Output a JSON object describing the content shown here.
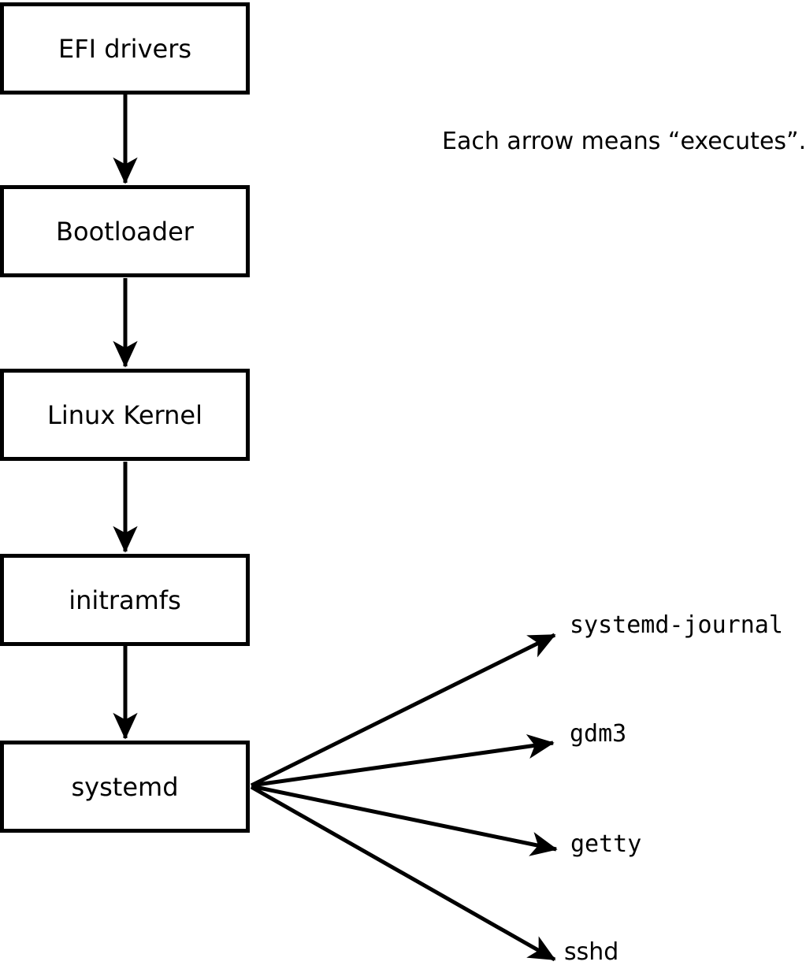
{
  "diagram": {
    "annotation": "Each arrow means “executes”.",
    "boot_chain": {
      "boxes": [
        {
          "label": "EFI drivers"
        },
        {
          "label": "Bootloader"
        },
        {
          "label": "Linux Kernel"
        },
        {
          "label": "initramfs"
        },
        {
          "label": "systemd"
        }
      ]
    },
    "spawned_processes": [
      {
        "label": "systemd-journal"
      },
      {
        "label": "gdm3"
      },
      {
        "label": "getty"
      },
      {
        "label": "sshd"
      }
    ],
    "colors": {
      "line": "#000000",
      "box_border": "#000000",
      "box_fill": "#ffffff",
      "text": "#000000",
      "background": "#ffffff"
    }
  }
}
